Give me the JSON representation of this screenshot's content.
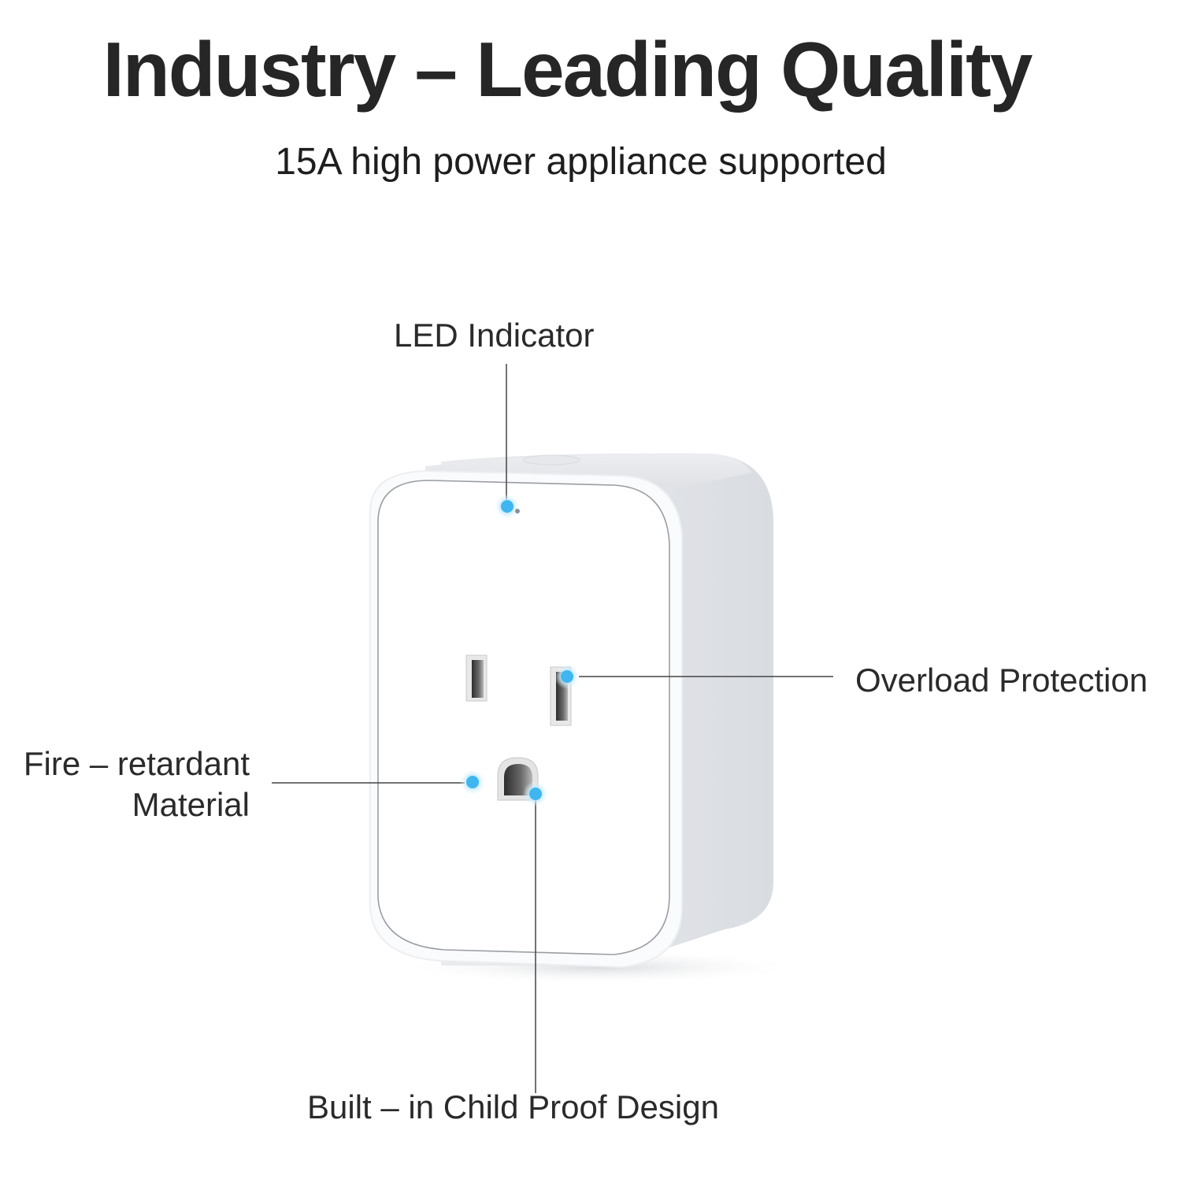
{
  "header": {
    "title": "Industry – Leading Quality",
    "subtitle": "15A high power appliance supported"
  },
  "product": {
    "name": "smart plug",
    "body_color": "#f4f5f7",
    "side_color": "#e4e6ea",
    "marker_color": "#3fb6f0"
  },
  "callouts": [
    {
      "id": "led",
      "label": "LED Indicator"
    },
    {
      "id": "overload",
      "label": "Overload Protection"
    },
    {
      "id": "fire",
      "label_lines": [
        "Fire – retardant",
        "Material"
      ]
    },
    {
      "id": "child",
      "label": "Built – in Child Proof Design"
    }
  ]
}
